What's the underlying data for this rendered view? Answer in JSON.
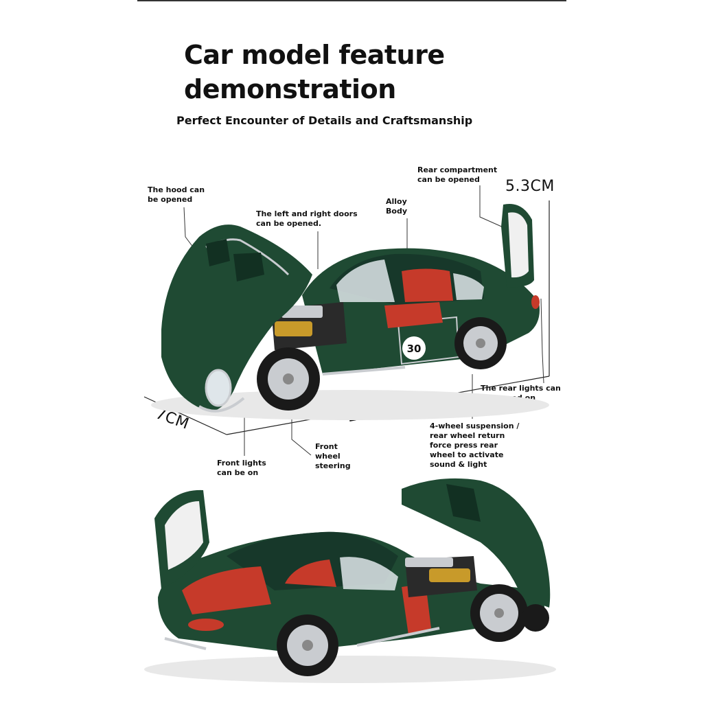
{
  "title": "Car model feature\ndemonstration",
  "subtitle": "Perfect Encounter of Details and Craftsmanship",
  "labels": {
    "hood": "The hood can\nbe opened",
    "doors": "The left and right doors\ncan be opened.",
    "body": "Alloy\nBody",
    "rear_compartment": "Rear compartment\ncan be opened",
    "rear_lights": "The rear lights can\nbe turned on",
    "suspension": "4-wheel suspension /\nrear wheel return\nforce press rear\nwheel to activate\nsound & light",
    "front_lights": "Front lights\ncan be on",
    "steering": "Front\nwheel\nsteering"
  },
  "dimensions": {
    "height": "5.3CM",
    "width": "7CM",
    "length": "18.5CM"
  },
  "car_number": "30",
  "colors": {
    "body_green": "#1f4a33",
    "interior_red": "#c63a2a",
    "chrome": "#c9ccd0"
  }
}
